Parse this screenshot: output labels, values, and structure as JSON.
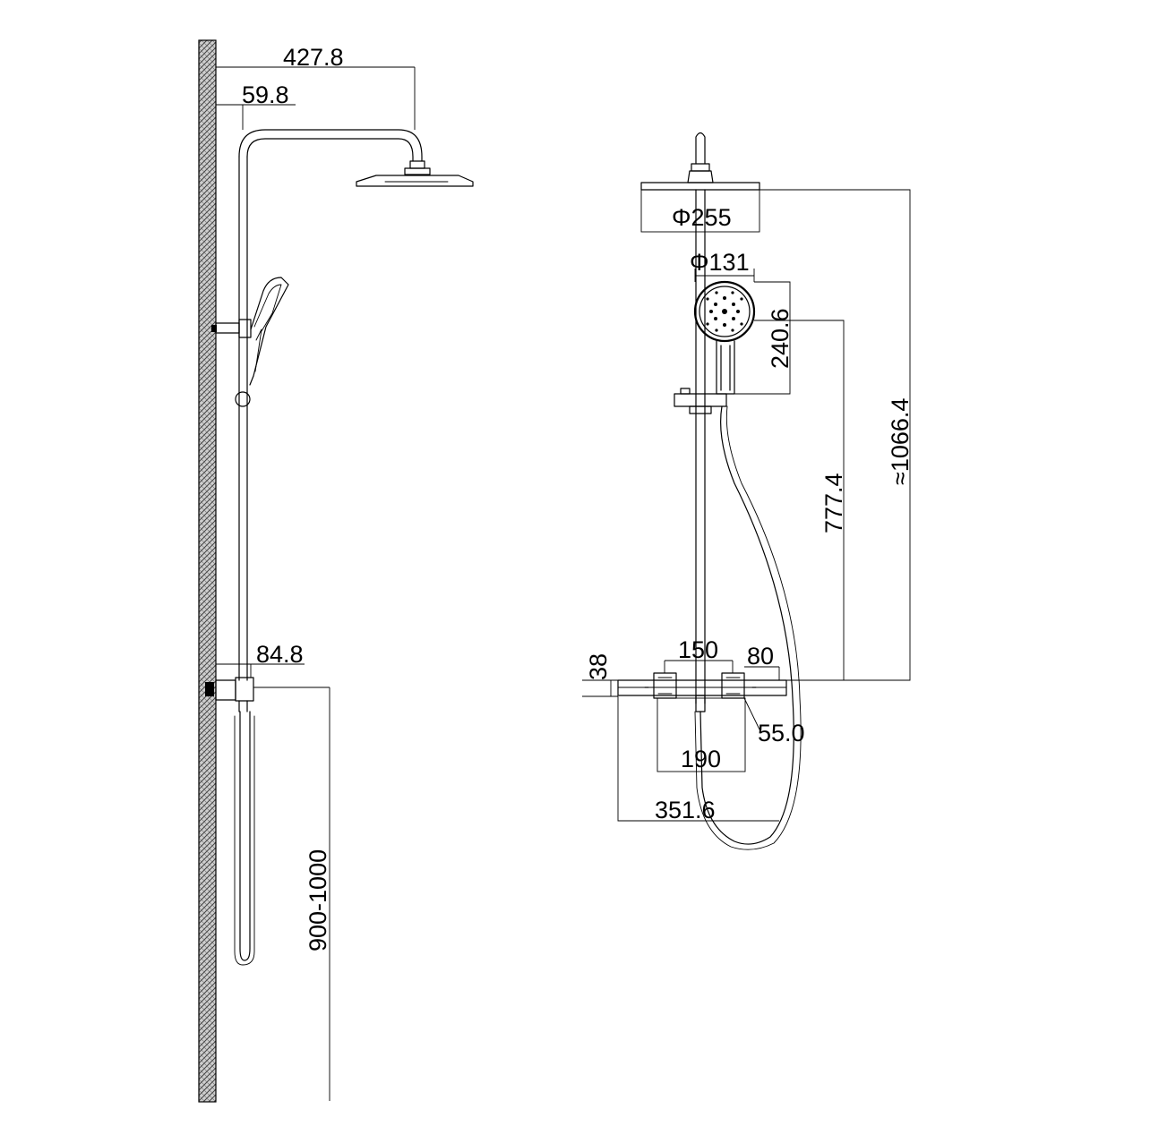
{
  "side_view": {
    "dim_outreach": "427.8",
    "dim_bar_offset": "59.8",
    "dim_valve_projection": "84.8",
    "dim_valve_height": "900-1000"
  },
  "front_view": {
    "dim_head_diameter": "Φ255",
    "dim_handshower_diameter": "Φ131",
    "dim_handshower_length": "240.6",
    "dim_holder_height": "777.4",
    "dim_total_height": "≈1066.4",
    "dim_outlet_spacing": "150",
    "dim_handle_width": "80",
    "dim_valve_depth": "38",
    "dim_handle_offset": "55.0",
    "dim_valve_width": "190",
    "dim_overall_width": "351.6"
  }
}
